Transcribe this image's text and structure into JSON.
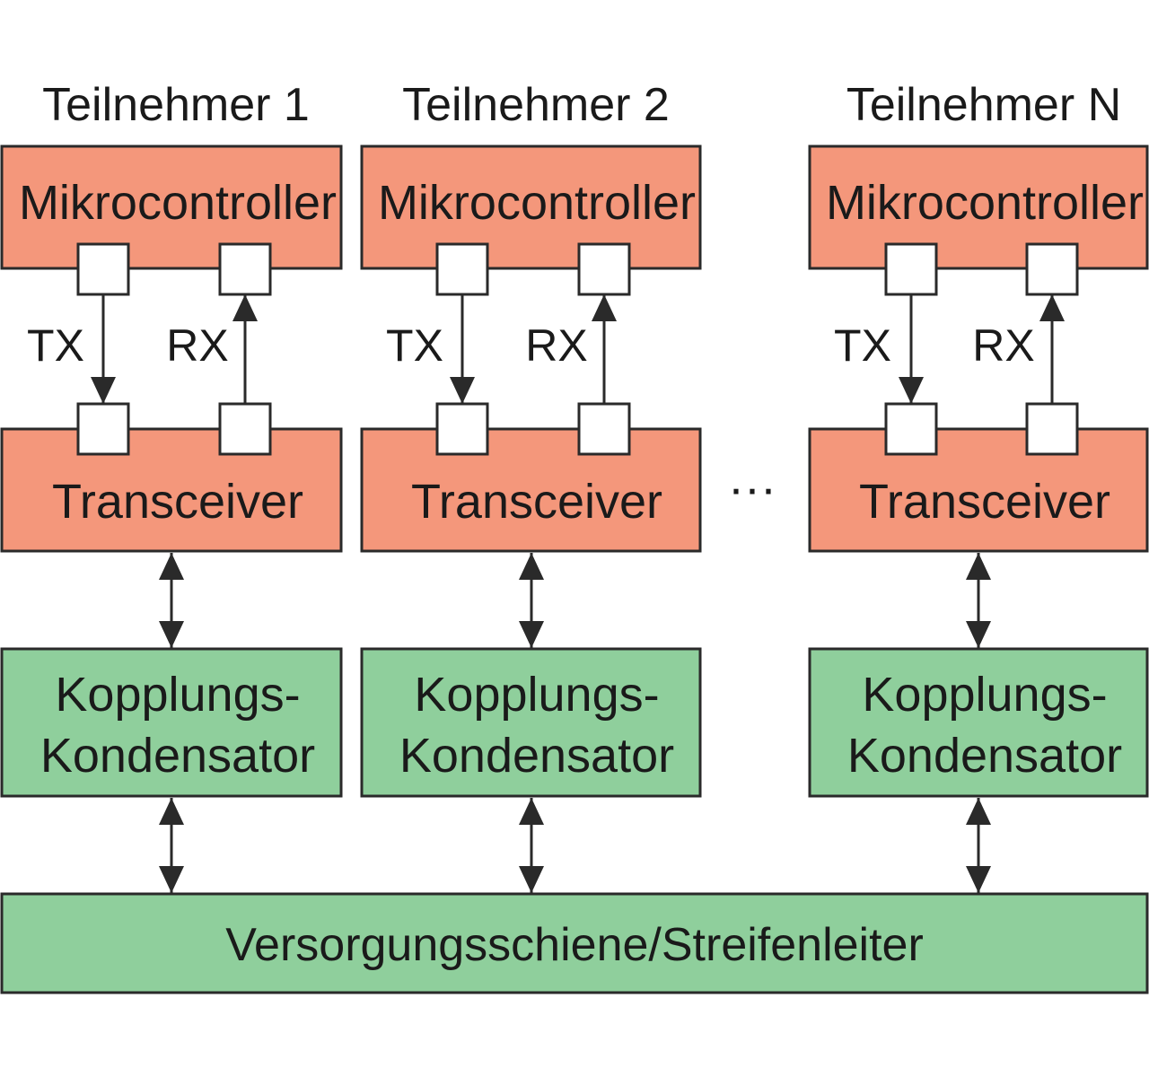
{
  "colors": {
    "microcontroller_fill": "#f4977b",
    "transceiver_fill": "#f4977b",
    "coupling_fill": "#8fcf9c",
    "bus_fill": "#8fcf9c",
    "port_fill": "#ffffff",
    "stroke": "#2a2a2a",
    "text": "#1a1a1a"
  },
  "participants": [
    {
      "title": "Teilnehmer 1",
      "microcontroller": "Mikrocontroller",
      "tx": "TX",
      "rx": "RX",
      "transceiver": "Transceiver",
      "coupling_line1": "Kopplungs-",
      "coupling_line2": "Kondensator"
    },
    {
      "title": "Teilnehmer 2",
      "microcontroller": "Mikrocontroller",
      "tx": "TX",
      "rx": "RX",
      "transceiver": "Transceiver",
      "coupling_line1": "Kopplungs-",
      "coupling_line2": "Kondensator"
    },
    {
      "title": "Teilnehmer N",
      "microcontroller": "Mikrocontroller",
      "tx": "TX",
      "rx": "RX",
      "transceiver": "Transceiver",
      "coupling_line1": "Kopplungs-",
      "coupling_line2": "Kondensator"
    }
  ],
  "ellipsis": "···",
  "bus": {
    "label": "Versorgungsschiene/Streifenleiter"
  }
}
